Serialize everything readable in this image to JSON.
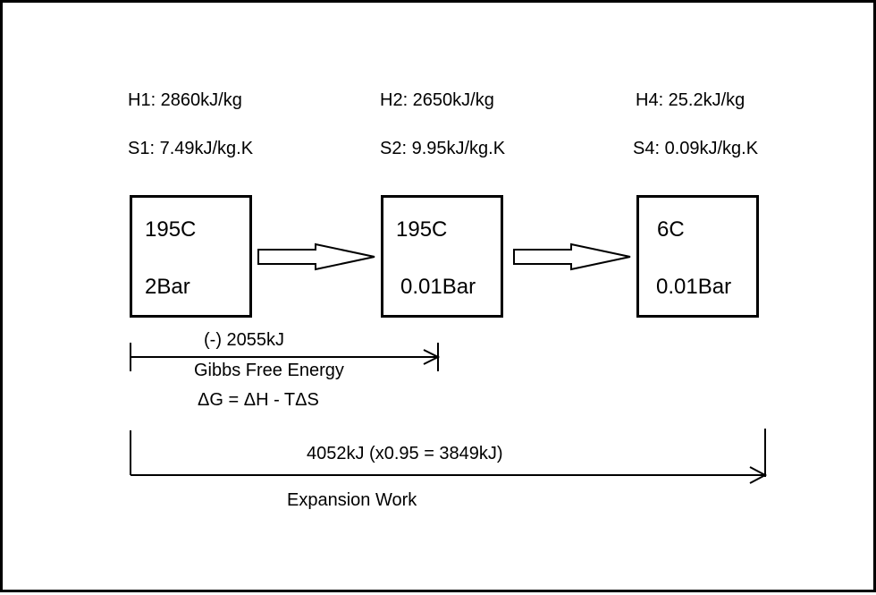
{
  "states": [
    {
      "h": "H1: 2860kJ/kg",
      "s": "S1: 7.49kJ/kg.K",
      "temp": "195C",
      "pressure": "2Bar"
    },
    {
      "h": "H2: 2650kJ/kg",
      "s": "S2: 9.95kJ/kg.K",
      "temp": "195C",
      "pressure": "0.01Bar"
    },
    {
      "h": "H4: 25.2kJ/kg",
      "s": "S4: 0.09kJ/kg.K",
      "temp": "6C",
      "pressure": "0.01Bar"
    }
  ],
  "gibbs": {
    "value": "(-) 2055kJ",
    "title": "Gibbs Free Energy",
    "formula": "ΔG =  ΔH - TΔS"
  },
  "expansion": {
    "value": "4052kJ (x0.95 = 3849kJ)",
    "title": "Expansion Work"
  }
}
